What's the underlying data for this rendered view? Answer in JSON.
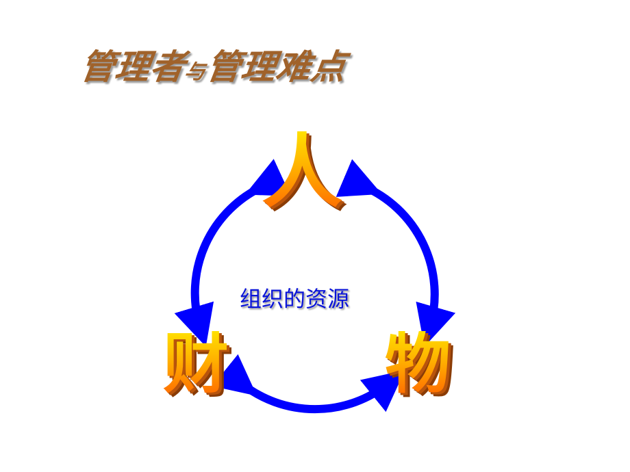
{
  "title": {
    "part1": "管理者",
    "connector": "与",
    "part2": "管理难点"
  },
  "diagram": {
    "center_label": "组织的资源",
    "nodes": [
      {
        "label": "人",
        "position": "top"
      },
      {
        "label": "财",
        "position": "bottom-left"
      },
      {
        "label": "物",
        "position": "bottom-right"
      }
    ],
    "arrow_color": "#0000ff",
    "node_gradient": [
      "#ffe000",
      "#ff6a00"
    ],
    "title_color": "#a0622a"
  }
}
